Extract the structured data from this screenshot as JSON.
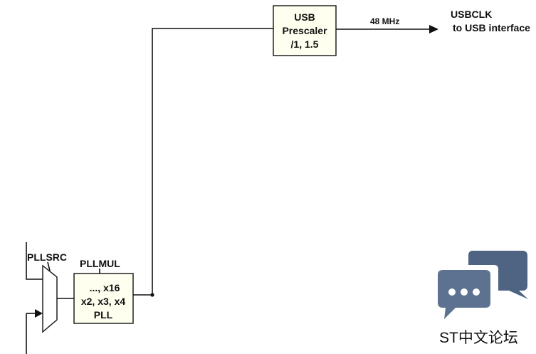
{
  "usb_prescaler": {
    "line1": "USB",
    "line2": "Prescaler",
    "line3": "/1, 1.5"
  },
  "frequency_label": "48 MHz",
  "usbclk": {
    "line1": "USBCLK",
    "line2": "to USB interface"
  },
  "pllsrc_label": "PLLSRC",
  "pllmul_label": "PLLMUL",
  "pll_box": {
    "line1": "..., x16",
    "line2": "x2, x3, x4",
    "line3": "PLL"
  },
  "watermark": {
    "brand_text": "ST中文论坛",
    "bg_bubble_color": "#4f6482",
    "fg_bubble_color": "#5d7290",
    "text_color": "#5d7290"
  }
}
